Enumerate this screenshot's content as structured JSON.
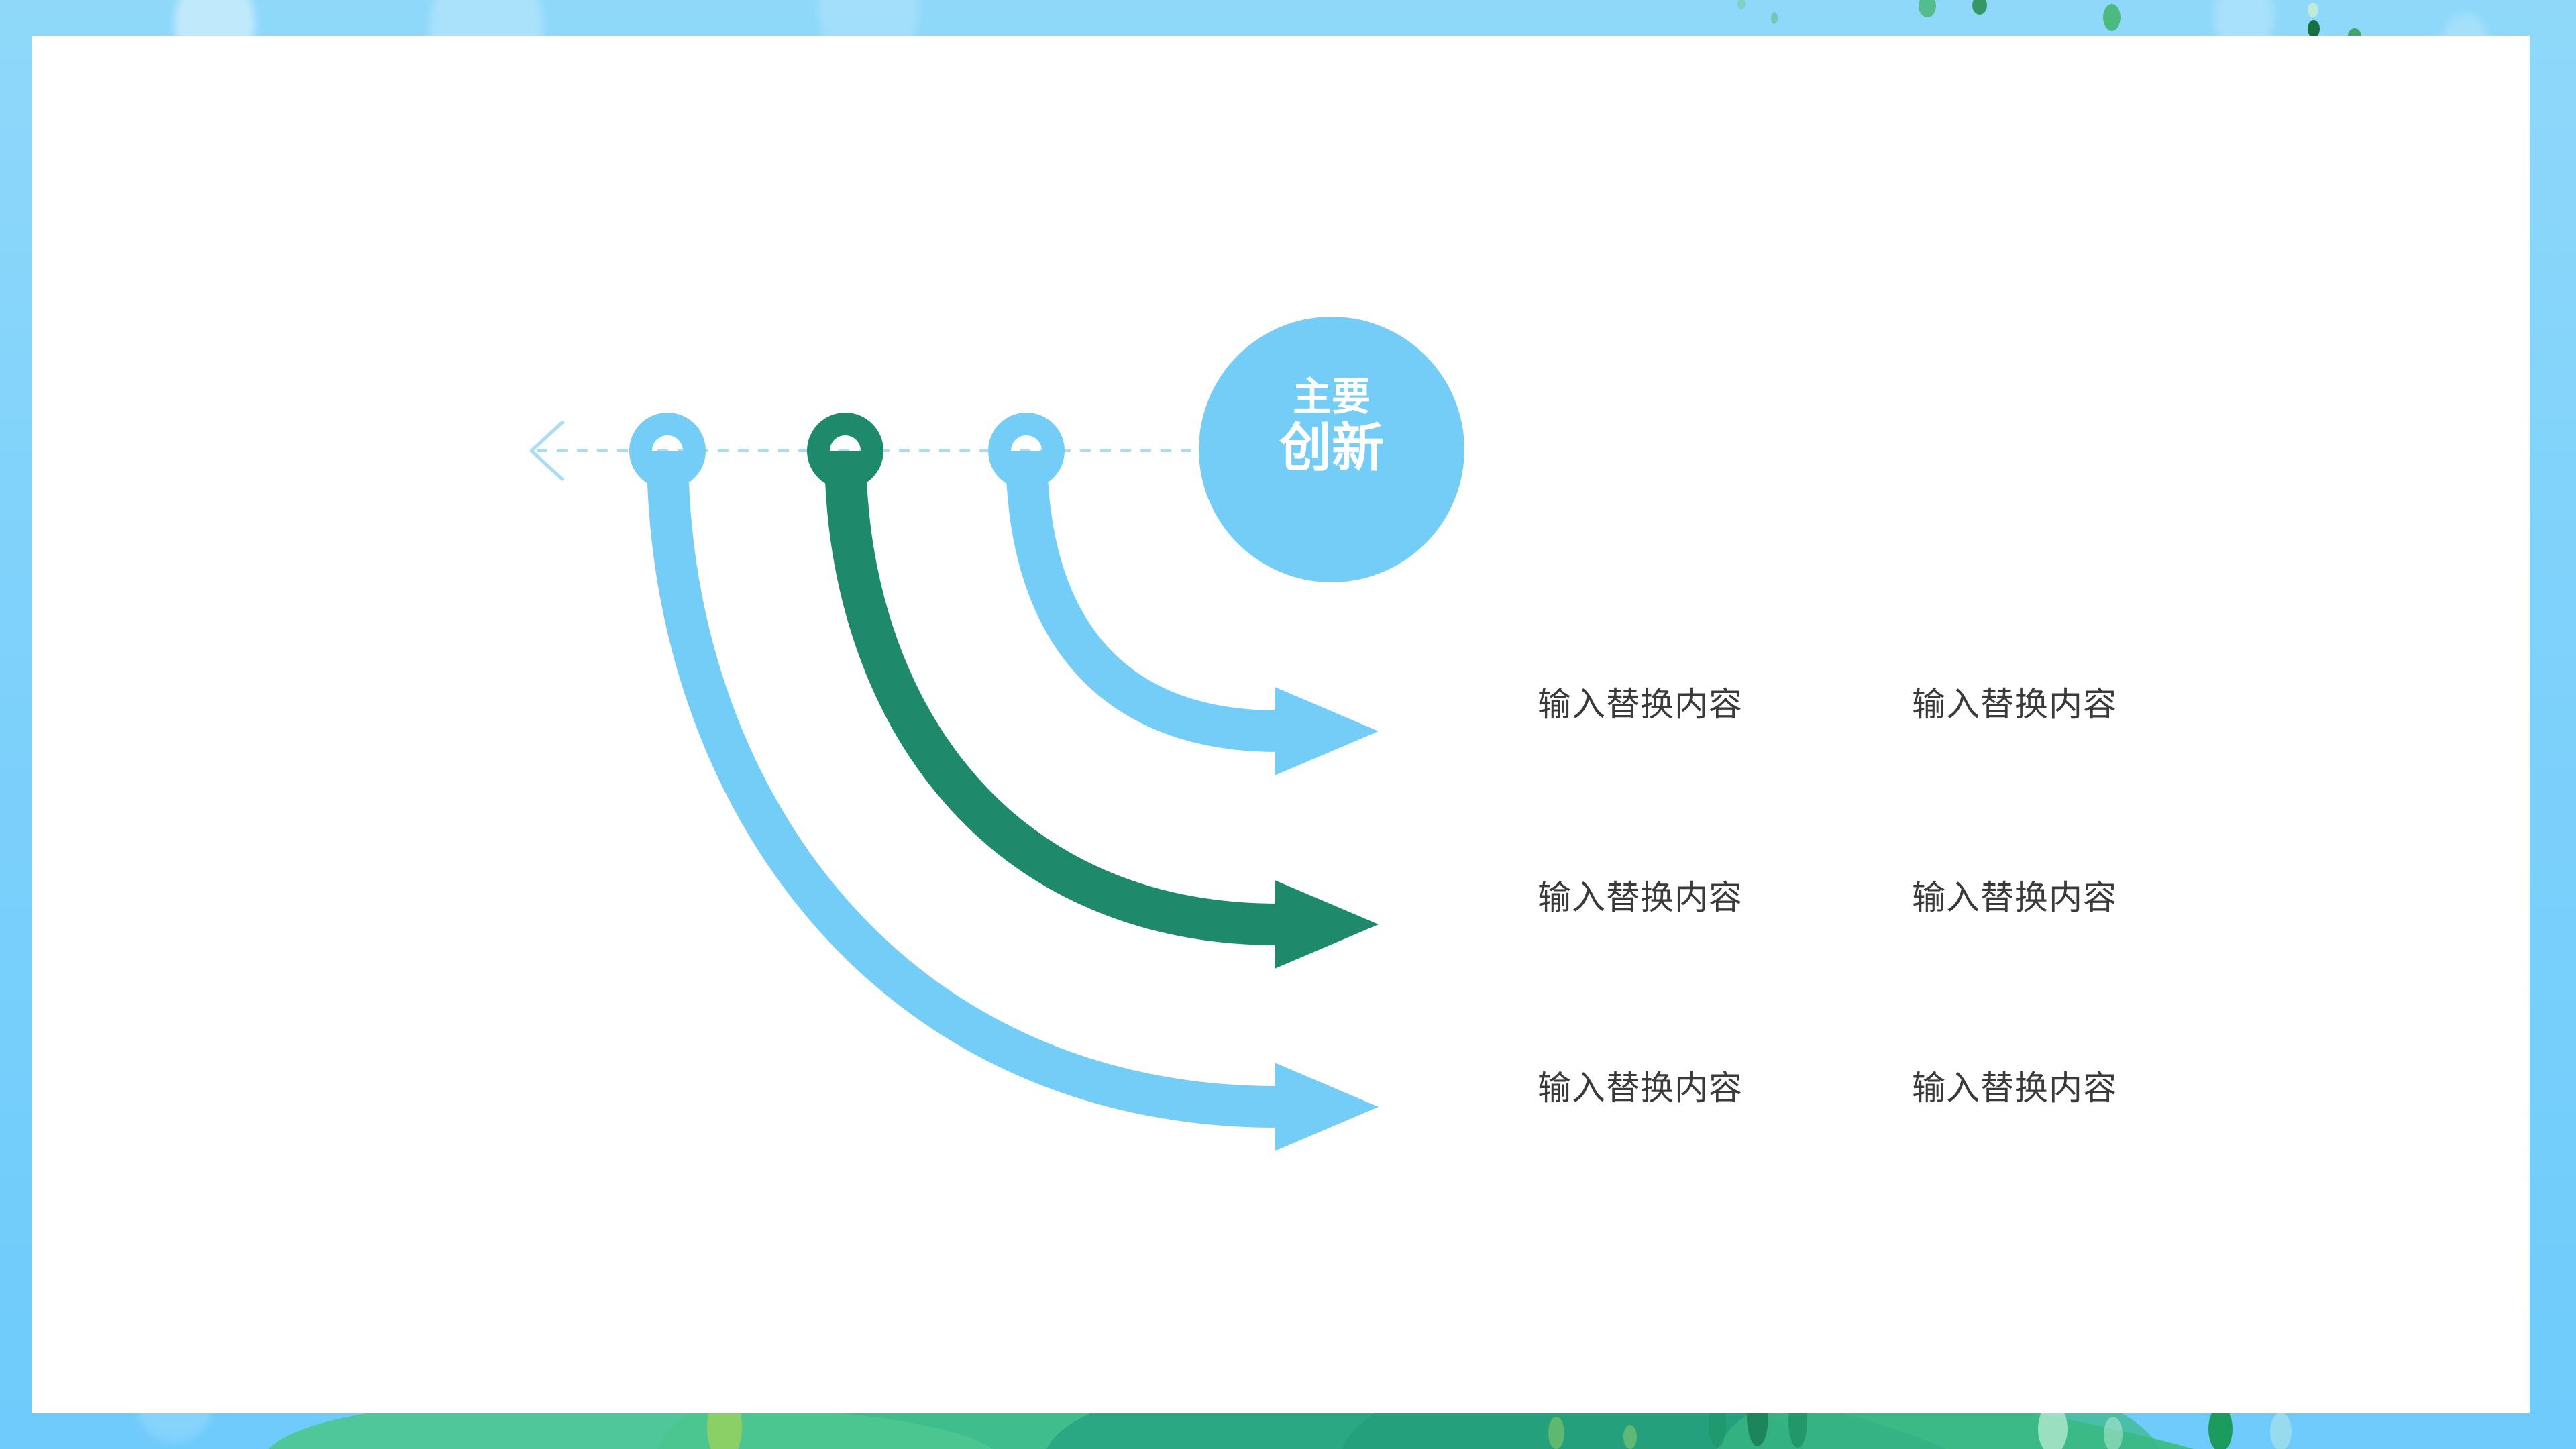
{
  "slide": {
    "background_color": "#7fd2fb",
    "card_color": "#ffffff",
    "accent_blue": "#74cdf7",
    "accent_green": "#1e8a6b",
    "text_color": "#3a3a3a"
  },
  "badge": {
    "line1": "主要",
    "line2": "创新",
    "fill": "#74cdf7",
    "text_color": "#ffffff"
  },
  "axis": {
    "style": "dashed",
    "color": "#a9ddf6",
    "arrow_direction": "left"
  },
  "nodes": [
    {
      "id": "node-1",
      "color": "#74cdf7"
    },
    {
      "id": "node-2",
      "color": "#1e8a6b"
    },
    {
      "id": "node-3",
      "color": "#74cdf7"
    }
  ],
  "rows": [
    {
      "arrow_color": "#74cdf7",
      "primary": "输入替换内容",
      "secondary": "输入替换内容"
    },
    {
      "arrow_color": "#1e8a6b",
      "primary": "输入替换内容",
      "secondary": "输入替换内容"
    },
    {
      "arrow_color": "#74cdf7",
      "primary": "输入替换内容",
      "secondary": "输入替换内容"
    }
  ]
}
